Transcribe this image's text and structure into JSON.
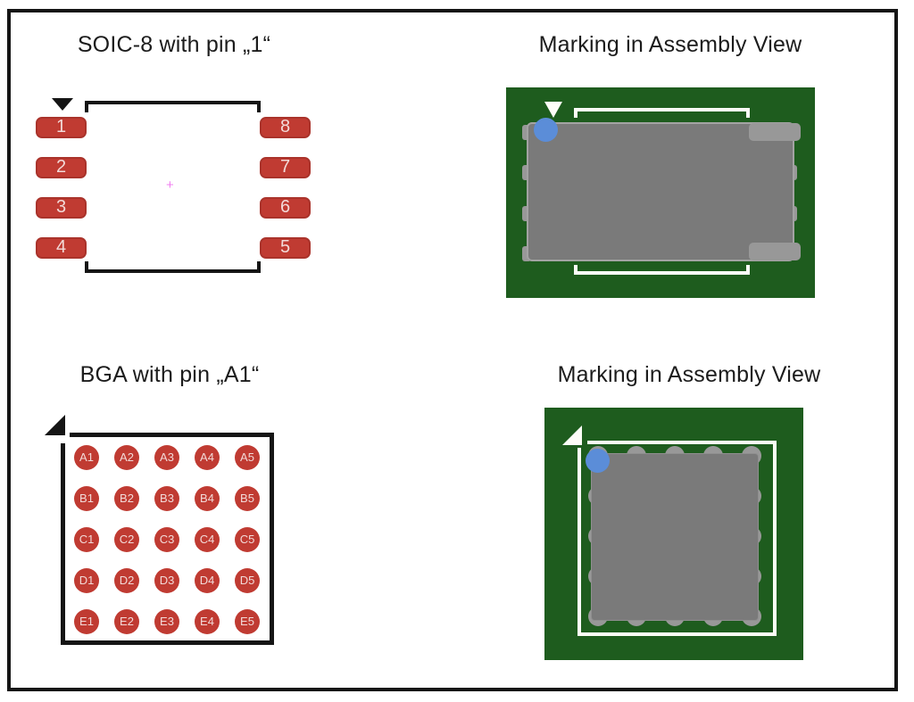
{
  "colors": {
    "ink": "#151515",
    "red": "#c03b32",
    "red_border": "#aa332b",
    "red_text": "#f2dad8",
    "green": "#1e5c1e",
    "gray_body": "#7a7a7a",
    "gray_pad": "#989898",
    "body_edge": "#a3a3a3",
    "blue": "#5b8dd8",
    "silk": "#fdfdf8",
    "origin_pink": "#f07ef0"
  },
  "panels": {
    "soic_diagram": {
      "title": "SOIC-8 with pin „1“",
      "left_pins": [
        "1",
        "2",
        "3",
        "4"
      ],
      "right_pins": [
        "8",
        "7",
        "6",
        "5"
      ],
      "origin_marker": "+"
    },
    "soic_assembly": {
      "title": "Marking in Assembly View"
    },
    "bga_diagram": {
      "title": "BGA with pin „A1“",
      "rows": [
        "A",
        "B",
        "C",
        "D",
        "E"
      ],
      "cols": [
        "1",
        "2",
        "3",
        "4",
        "5"
      ]
    },
    "bga_assembly": {
      "title": "Marking in Assembly View"
    }
  }
}
